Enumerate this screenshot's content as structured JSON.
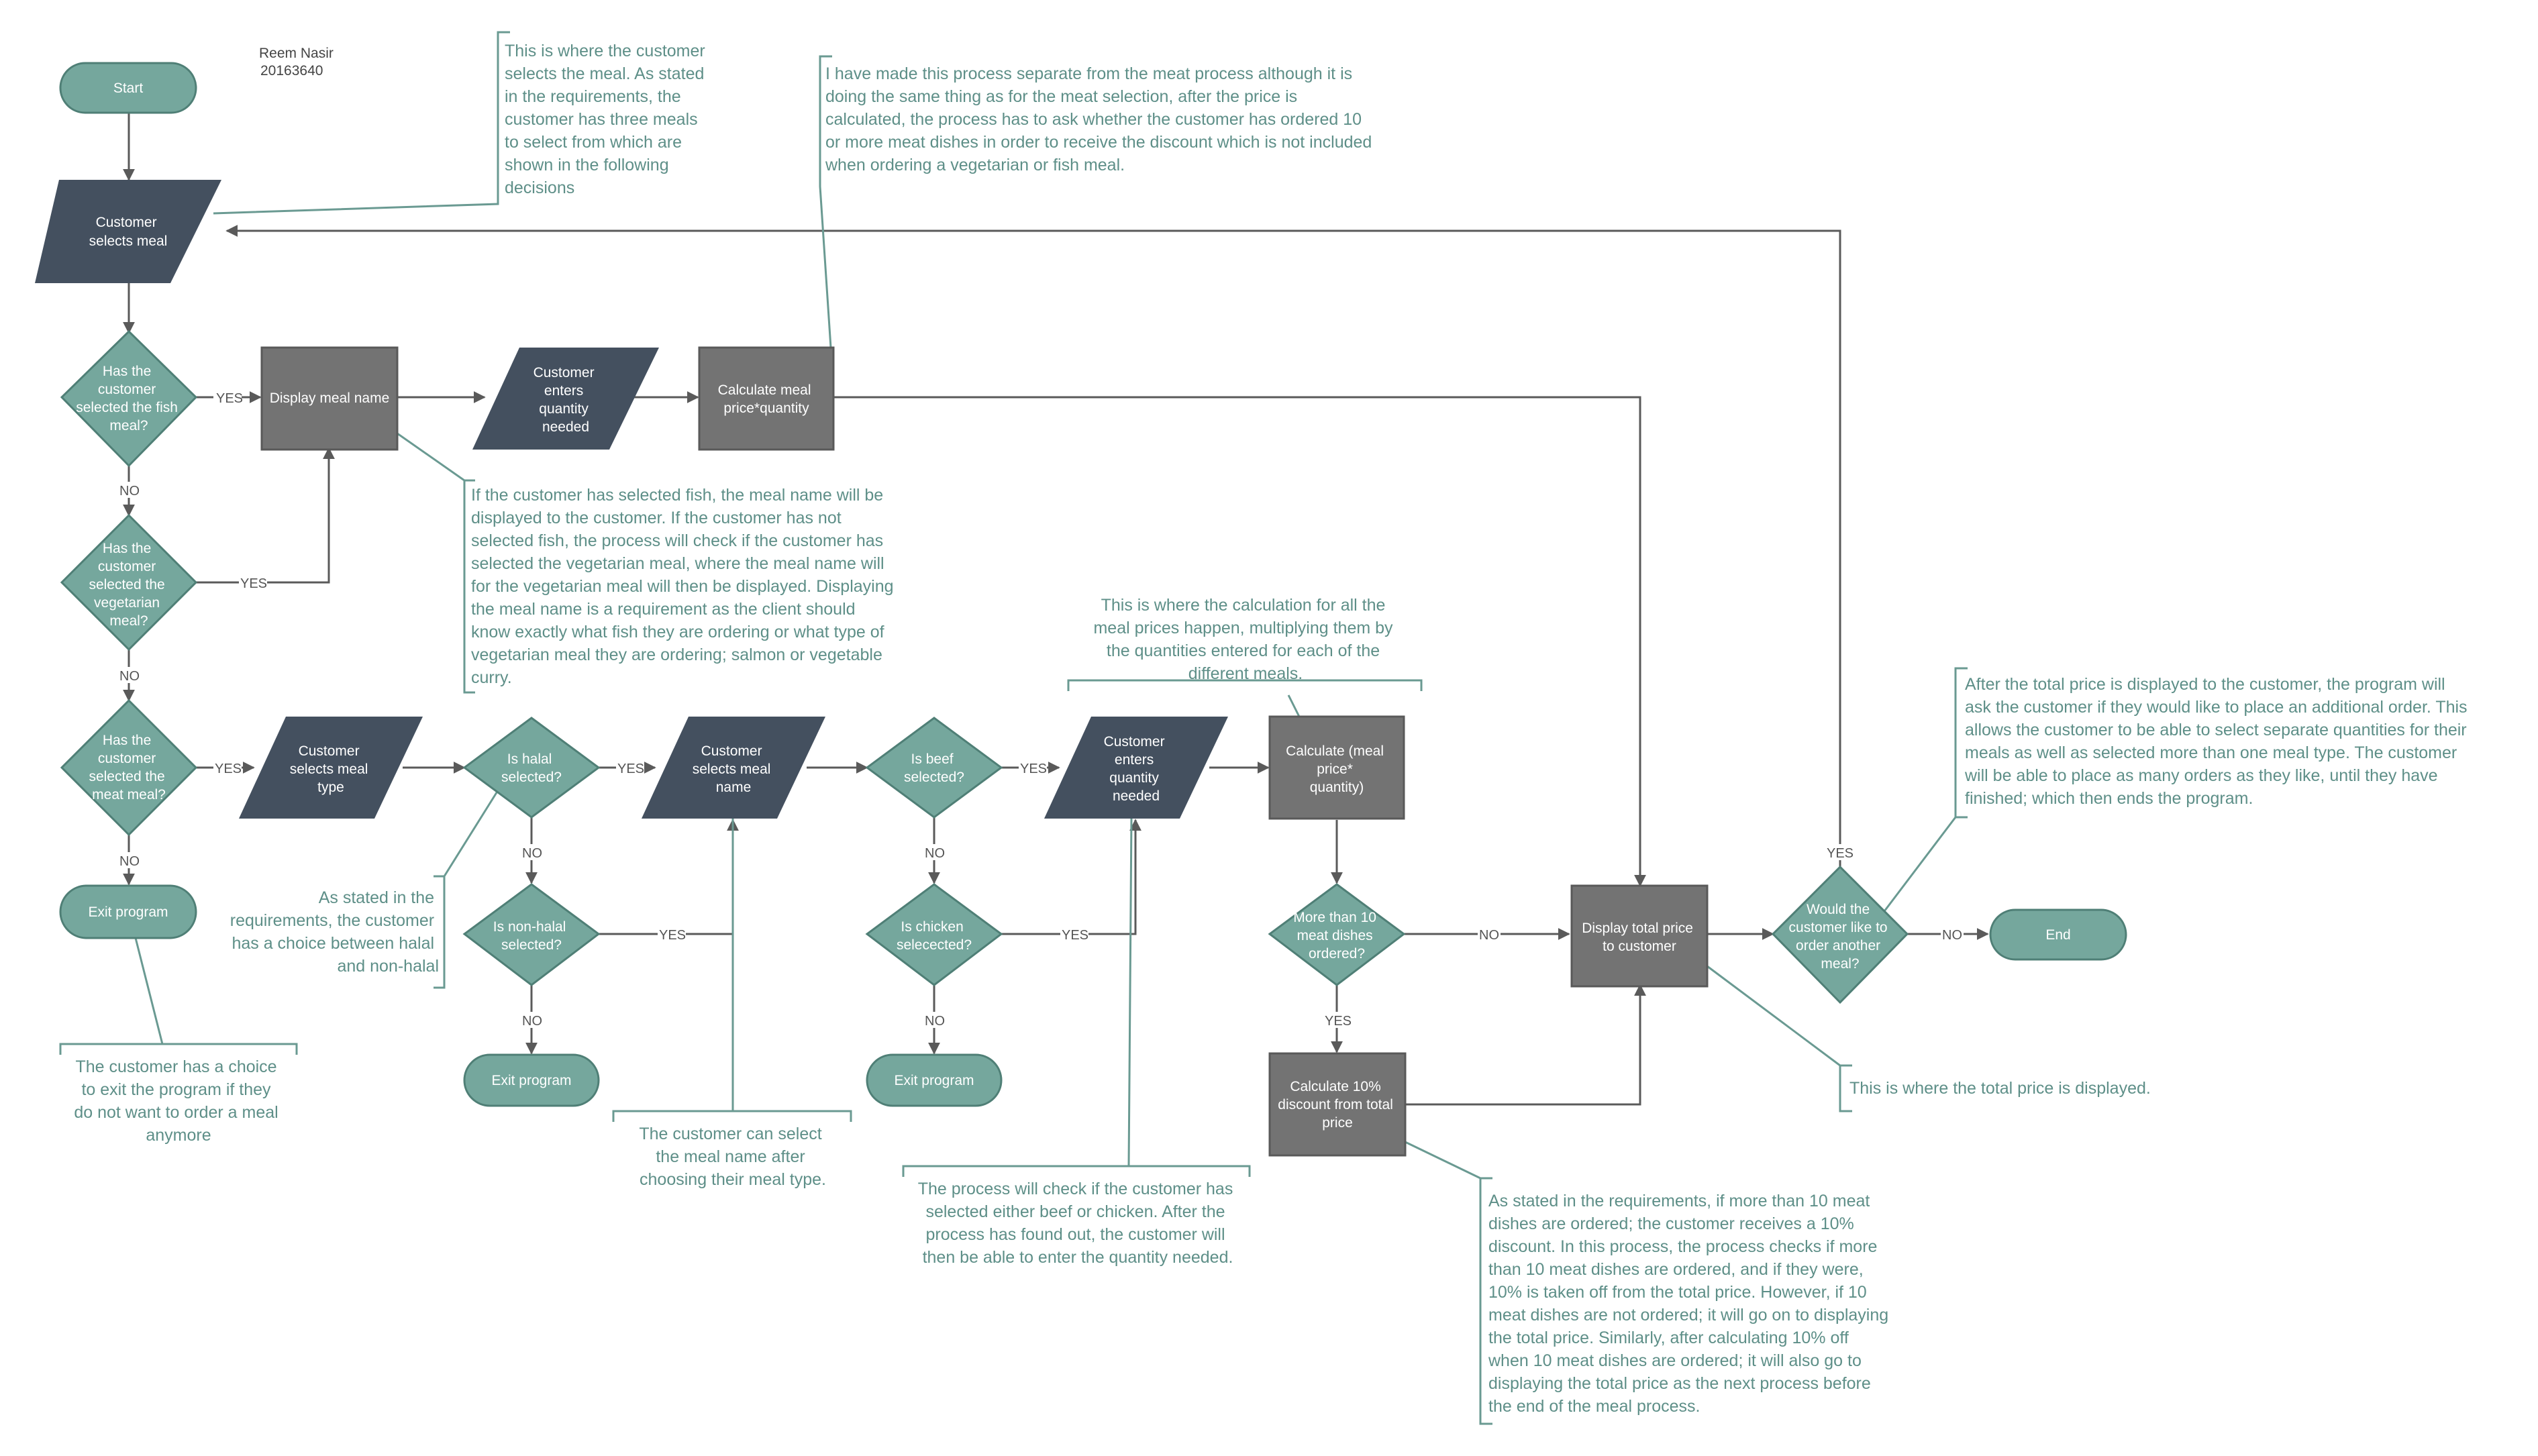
{
  "author": {
    "name": "Reem Nasir",
    "id": "20163640"
  },
  "colors": {
    "teal": "#75a79d",
    "teal_stroke": "#4f7f76",
    "navy": "#44505f",
    "gray": "#737373",
    "note_text": "#5e8f88",
    "edge": "#5a5a5a"
  },
  "nodes": {
    "start": "Start",
    "select_meal": [
      "Customer",
      "selects meal"
    ],
    "dec_fish": [
      "Has the",
      "customer",
      "selected the fish",
      "meal?"
    ],
    "display_meal_name": "Display meal name",
    "enter_qty_1": [
      "Customer",
      "enters",
      "quantity",
      "needed"
    ],
    "calc_1": [
      "Calculate meal",
      "price*quantity"
    ],
    "dec_veg": [
      "Has the",
      "customer",
      "selected the",
      "vegetarian",
      "meal?"
    ],
    "dec_meat": [
      "Has the",
      "customer",
      "selected the",
      "meat meal?"
    ],
    "exit_1": "Exit program",
    "select_type": [
      "Customer",
      "selects meal",
      "type"
    ],
    "dec_halal": [
      "Is halal",
      "selected?"
    ],
    "dec_nonhalal": [
      "Is non-halal",
      "selected?"
    ],
    "exit_2": "Exit program",
    "select_name": [
      "Customer",
      "selects meal",
      "name"
    ],
    "dec_beef": [
      "Is beef",
      "selected?"
    ],
    "dec_chicken": [
      "Is chicken",
      "selecected?"
    ],
    "exit_3": "Exit program",
    "enter_qty_2": [
      "Customer",
      "enters",
      "quantity",
      "needed"
    ],
    "calc_2": [
      "Calculate (meal",
      "price*",
      "quantity)"
    ],
    "dec_more10": [
      "More than 10",
      "meat dishes",
      "ordered?"
    ],
    "calc_discount": [
      "Calculate 10%",
      "discount from total",
      "price"
    ],
    "display_total": [
      "Display total price",
      "to customer"
    ],
    "dec_another": [
      "Would the",
      "customer like to",
      "order another",
      "meal?"
    ],
    "end": "End"
  },
  "edge_labels": {
    "yes": "YES",
    "no": "NO"
  },
  "notes": {
    "select_meal": [
      "This is where the customer",
      "selects the meal. As stated",
      "in the requirements, the",
      "customer has three meals",
      "to select from which are",
      "shown in the following",
      "decisions"
    ],
    "separate": [
      "I have made this process separate from the meat process although it is",
      "doing the same thing as for the meat selection, after the price is",
      "calculated, the process has to ask whether the customer has ordered 10",
      "or more meat dishes in order to receive the discount which is not included",
      "when ordering a vegetarian or fish meal."
    ],
    "display_name": [
      "If the customer has selected fish, the meal name will be",
      "displayed to the customer. If the customer has not",
      "selected fish, the process will check if the customer has",
      "selected the vegetarian meal, where the meal name will",
      "for the vegetarian meal will then be displayed. Displaying",
      "the meal name is a requirement as the client should",
      "know exactly what fish they are ordering or what type of",
      "vegetarian meal they are ordering; salmon or vegetable",
      "curry."
    ],
    "calculation": [
      "This is where the calculation for all the",
      "meal prices happen, multiplying them by",
      "the quantities entered for each of the",
      "different meals."
    ],
    "after_total": [
      "After the total price is displayed to the customer, the program will",
      "ask the customer if they would like to place an additional order. This",
      "allows the customer to be able to select separate quantities for their",
      "meals as well as selected more than one meal type. The customer",
      "will be able to place as many orders as they like, until they have",
      "finished; which then ends the program."
    ],
    "halal": [
      "As stated in the",
      "requirements, the customer",
      "has a choice between halal",
      "and non-halal"
    ],
    "exit": [
      "The customer has a choice",
      "to exit the program if they",
      "do not want to order a meal",
      "anymore"
    ],
    "meal_name": [
      "The customer can select",
      "the meal name after",
      "choosing their meal type."
    ],
    "beef_chicken": [
      "The process will check if the customer has",
      "selected either beef or chicken. After the",
      "process has found out, the customer will",
      "then be able to enter the quantity needed."
    ],
    "total_displayed": [
      "This is where the total price is displayed."
    ],
    "discount": [
      "As stated in the requirements, if more than 10 meat",
      "dishes are ordered; the customer receives a 10%",
      "discount. In this process, the process checks if more",
      "than 10 meat dishes are ordered, and if they were,",
      "10% is taken off from the total price. However, if 10",
      "meat dishes are not ordered; it will go on to displaying",
      "the total price. Similarly, after calculating 10% off",
      "when 10 meat dishes are ordered; it will also go to",
      "displaying the total price as the next process before",
      "the end of the meal process."
    ]
  }
}
